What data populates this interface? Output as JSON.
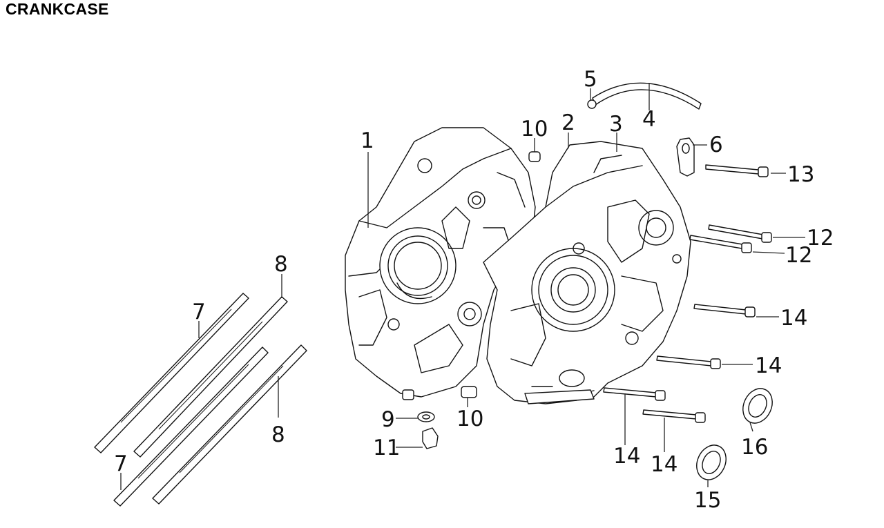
{
  "title": "CRANKCASE",
  "callouts": [
    {
      "id": "c1",
      "text": "1"
    },
    {
      "id": "c2",
      "text": "2"
    },
    {
      "id": "c3",
      "text": "3"
    },
    {
      "id": "c4",
      "text": "4"
    },
    {
      "id": "c5",
      "text": "5"
    },
    {
      "id": "c6",
      "text": "6"
    },
    {
      "id": "c7a",
      "text": "7"
    },
    {
      "id": "c7b",
      "text": "7"
    },
    {
      "id": "c8a",
      "text": "8"
    },
    {
      "id": "c8b",
      "text": "8"
    },
    {
      "id": "c9",
      "text": "9"
    },
    {
      "id": "c10a",
      "text": "10"
    },
    {
      "id": "c10b",
      "text": "10"
    },
    {
      "id": "c11",
      "text": "11"
    },
    {
      "id": "c12a",
      "text": "12"
    },
    {
      "id": "c12b",
      "text": "12"
    },
    {
      "id": "c13",
      "text": "13"
    },
    {
      "id": "c14a",
      "text": "14"
    },
    {
      "id": "c14b",
      "text": "14"
    },
    {
      "id": "c14c",
      "text": "14"
    },
    {
      "id": "c14d",
      "text": "14"
    },
    {
      "id": "c15",
      "text": "15"
    },
    {
      "id": "c16",
      "text": "16"
    }
  ]
}
